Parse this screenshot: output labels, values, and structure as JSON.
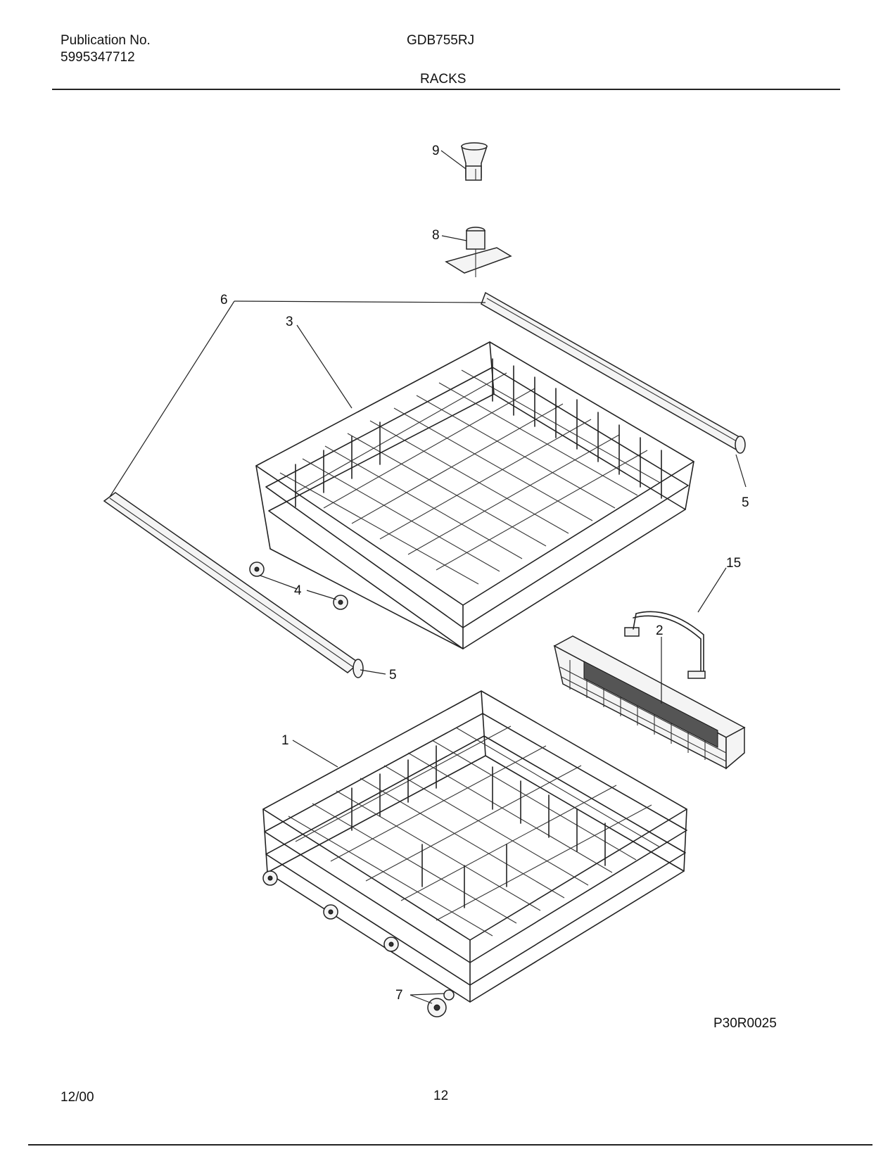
{
  "header": {
    "publication_label": "Publication No.",
    "publication_number": "5995347712",
    "model": "GDB755RJ",
    "section_title": "RACKS"
  },
  "diagram": {
    "drawing_id": "P30R0025",
    "callouts": [
      "9",
      "8",
      "6",
      "3",
      "5",
      "4",
      "5",
      "15",
      "2",
      "1",
      "7"
    ]
  },
  "footer": {
    "date": "12/00",
    "page_number": "12"
  }
}
